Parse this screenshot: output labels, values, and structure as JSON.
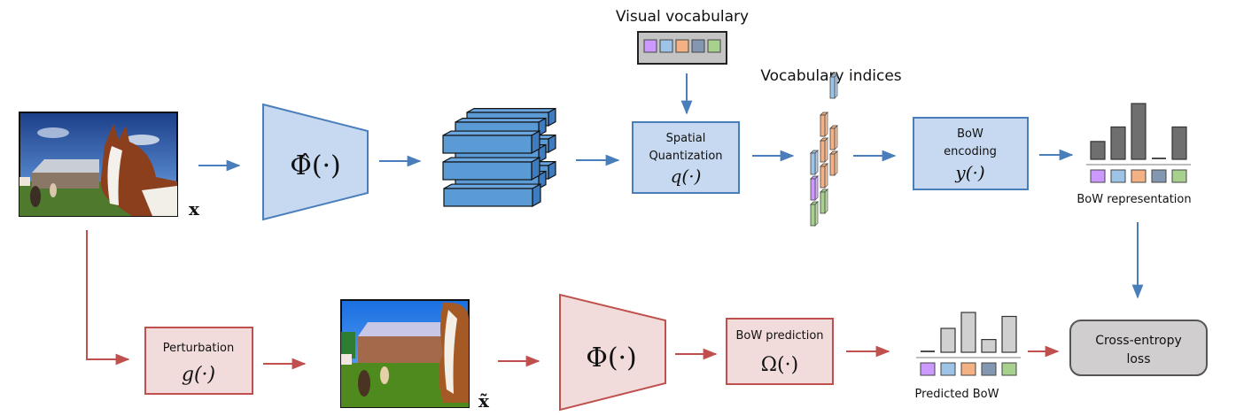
{
  "colors": {
    "blue_stroke": "#4a7ebb",
    "blue_fill": "#c6d9f1",
    "blue_block": "#5b9bd5",
    "red_stroke": "#c0504d",
    "red_fill": "#f2dcdb",
    "gray_fill": "#d0cece",
    "dark_bar": "#6f6f6f",
    "light_bar": "#d0d0d0",
    "word_colors": [
      "#cc99ff",
      "#9dc3e6",
      "#f4b183",
      "#8497b0",
      "#a9d18e"
    ]
  },
  "labels": {
    "visual_vocabulary": "Visual vocabulary",
    "vocabulary_indices": "Vocabulary indices",
    "input_x": "x",
    "input_x_tilde": "x̃",
    "phi_hat": "Φ̂(·)",
    "phi": "Φ(·)",
    "spatial_quantization_line1": "Spatial",
    "spatial_quantization_line2": "Quantization",
    "spatial_quantization_fn": "q(·)",
    "bow_encoding_line1": "BoW",
    "bow_encoding_line2": "encoding",
    "bow_encoding_fn": "y(·)",
    "bow_representation": "BoW representation",
    "perturbation": "Perturbation",
    "perturbation_fn": "g(·)",
    "bow_prediction": "BoW prediction",
    "bow_prediction_fn": "Ω(·)",
    "predicted_bow": "Predicted BoW",
    "cross_entropy_line1": "Cross-entropy",
    "cross_entropy_line2": "loss"
  },
  "bow_representation_values": [
    0.32,
    0.58,
    1.0,
    0.0,
    0.58
  ],
  "predicted_bow_values": [
    0.0,
    0.6,
    1.0,
    0.32,
    0.9
  ],
  "vocabulary_indices_grid": [
    [
      "",
      "",
      "blue"
    ],
    [
      "",
      "orange",
      ""
    ],
    [
      "blue",
      "orange",
      "orange"
    ],
    [
      "purple",
      "orange",
      "orange"
    ],
    [
      "green",
      "green",
      ""
    ]
  ]
}
